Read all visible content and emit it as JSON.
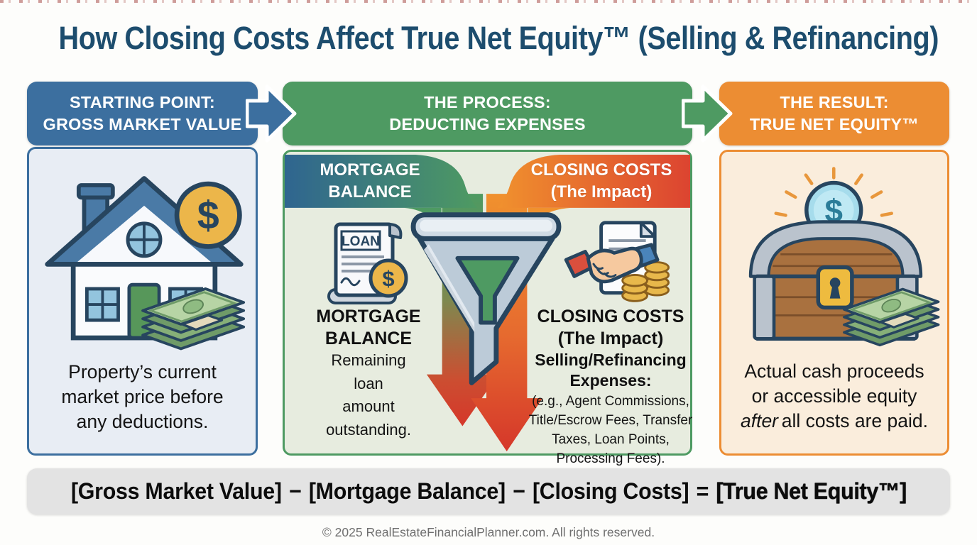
{
  "page": {
    "title": "How Closing Costs Affect True Net Equity™ (Selling & Refinancing)",
    "footer": "© 2025 RealEstateFinancialPlanner.com. All rights reserved."
  },
  "columns": {
    "start": {
      "header_line1": "STARTING POINT:",
      "header_line2": "GROSS MARKET VALUE",
      "description_lines": [
        "Property’s current",
        "market price before",
        "any deductions."
      ]
    },
    "process": {
      "header_line1": "THE PROCESS:",
      "header_line2": "DEDUCTING EXPENSES",
      "mortgage": {
        "banner_line1": "MORTGAGE",
        "banner_line2": "BALANCE",
        "label_line1": "MORTGAGE",
        "label_line2": "BALANCE",
        "description_lines": [
          "Remaining",
          "loan",
          "amount",
          "outstanding."
        ]
      },
      "closing": {
        "banner_line1": "CLOSING COSTS",
        "banner_line2": "(The Impact)",
        "label_line1": "CLOSING COSTS",
        "label_line2": "(The Impact)",
        "expenses_title_line1": "Selling/Refinancing",
        "expenses_title_line2": "Expenses:",
        "expenses_detail_lines": [
          "(e.g., Agent Commissions,",
          "Title/Escrow Fees, Transfer",
          "Taxes, Loan Points,",
          "Processing Fees)."
        ]
      }
    },
    "result": {
      "header_line1": "THE RESULT:",
      "header_line2": "TRUE NET EQUITY™",
      "description_line1": "Actual cash proceeds",
      "description_line2": "or accessible equity",
      "description_line3_italic": "after",
      "description_line3_rest": "all costs are paid."
    }
  },
  "formula": {
    "term1": "[Gross Market Value]",
    "minus1": "−",
    "term2": "[Mortgage Balance]",
    "minus2": "−",
    "term3": "[Closing Costs]",
    "equals": "=",
    "result": "[True Net Equity™]"
  },
  "icons": {
    "dollar": "$",
    "loan_label": "LOAN"
  },
  "colors": {
    "title": "#1d4d6e",
    "start_header": "#3c6f9f",
    "process_header": "#4e9a62",
    "result_header": "#ec8d33",
    "mortgage_banner_gradient": [
      "#2f6590",
      "#4e9a62"
    ],
    "closing_banner_gradient": [
      "#f0912e",
      "#dc4430"
    ],
    "arrow_red": "#d5372a",
    "formula_bg": "#e3e3e3",
    "start_body_bg": "#e8edf4",
    "process_body_bg": "#e7ecdf",
    "result_body_bg": "#faeddc"
  }
}
